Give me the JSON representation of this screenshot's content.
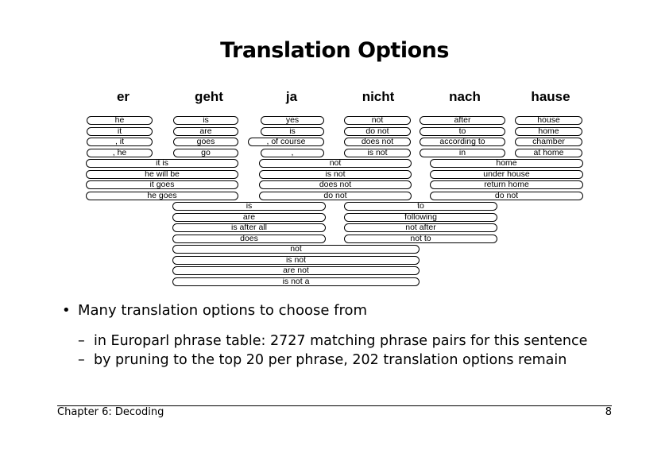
{
  "slide": {
    "title": "Translation Options"
  },
  "source_words": [
    "er",
    "geht",
    "ja",
    "nicht",
    "nach",
    "hause"
  ],
  "options": {
    "er_1": [
      "he",
      "it",
      ", it",
      ", he"
    ],
    "geht_1": [
      "is",
      "are",
      "goes",
      "go"
    ],
    "ja_1": [
      "yes",
      "is",
      ", of course",
      ","
    ],
    "nicht_1": [
      "not",
      "do not",
      "does not",
      "is not"
    ],
    "nach_1": [
      "after",
      "to",
      "according to",
      "in"
    ],
    "hause_1": [
      "house",
      "home",
      "chamber",
      "at home"
    ],
    "er_geht": [
      "it is",
      "he will be",
      "it goes",
      "he goes"
    ],
    "ja_nicht": [
      "not",
      "is not",
      "does not",
      "do not"
    ],
    "nach_hause": [
      "home",
      "under house",
      "return home",
      "do not"
    ],
    "geht_ja": [
      "is",
      "are",
      "is after all",
      "does"
    ],
    "nicht_nach": [
      "to",
      "following",
      "not after",
      "not to"
    ],
    "geht_nicht": [
      "not",
      "is not",
      "are not",
      "is not a"
    ]
  },
  "bullets": {
    "main": "Many translation options to choose from",
    "sub1": "in Europarl phrase table: 2727 matching phrase pairs for this sentence",
    "sub2": "by pruning to the top 20 per phrase, 202 translation options remain"
  },
  "footer": {
    "chapter": "Chapter 6: Decoding",
    "page": "8"
  }
}
